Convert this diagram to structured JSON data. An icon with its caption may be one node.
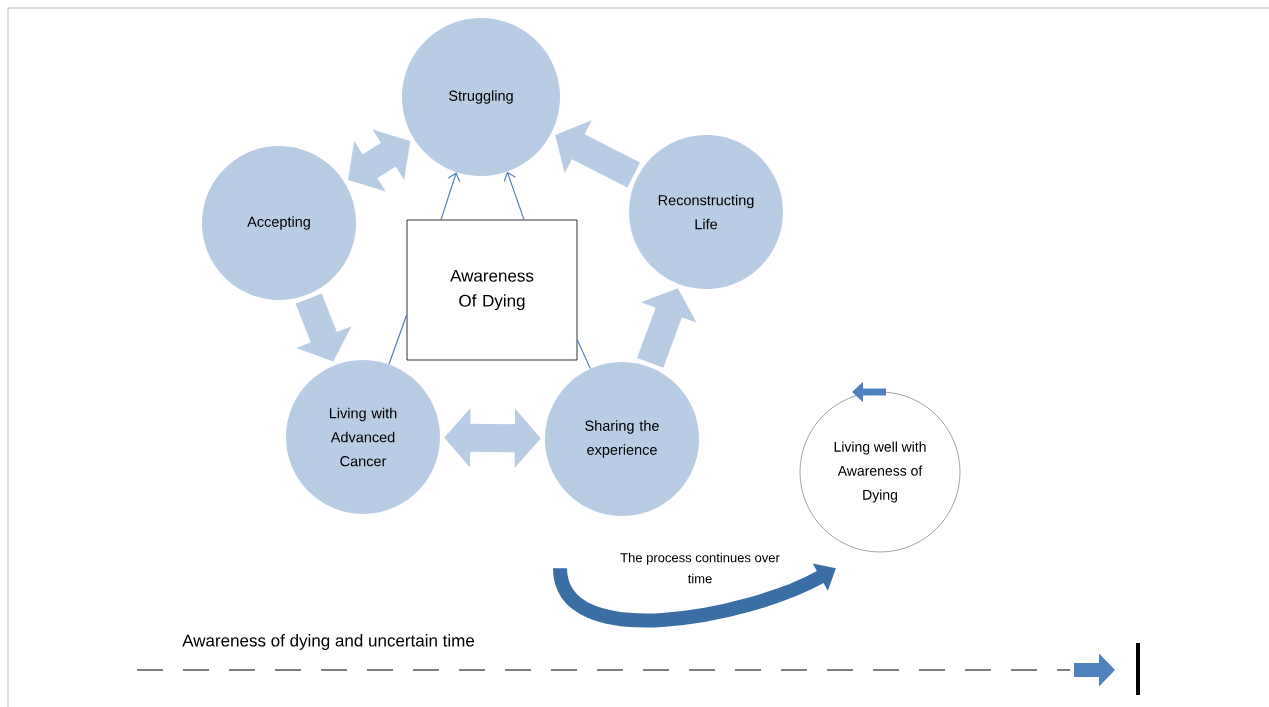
{
  "diagram": {
    "nodes": [
      {
        "text": [
          "Struggling"
        ]
      },
      {
        "text": [
          "Accepting"
        ]
      },
      {
        "text": [
          "Reconstructing Life"
        ]
      },
      {
        "text": [
          "Awareness Of Dying"
        ]
      },
      {
        "text": [
          "Living with Advanced Cancer"
        ]
      },
      {
        "text": [
          "Sharing the experience"
        ]
      },
      {
        "text": [
          "Living well with Awareness of Dying"
        ]
      }
    ],
    "edges": [
      {
        "from": 1,
        "to": 0,
        "arrow": "both",
        "style": "thick"
      },
      {
        "from": 2,
        "to": 0,
        "arrow": "to",
        "style": "thick"
      },
      {
        "from": 1,
        "to": 4,
        "arrow": "to",
        "style": "thick"
      },
      {
        "from": 4,
        "to": 5,
        "arrow": "both",
        "style": "thick"
      },
      {
        "from": 5,
        "to": 2,
        "arrow": "to",
        "style": "thick"
      },
      {
        "from": 3,
        "to": 0,
        "arrow": "to",
        "color": "#4f81bd"
      },
      {
        "from": 3,
        "to": 0,
        "arrow": "to",
        "color": "#4f81bd"
      },
      {
        "from": 3,
        "to": 4,
        "arrow": "none",
        "color": "#4f81bd"
      },
      {
        "from": 3,
        "to": 5,
        "arrow": "none",
        "color": "#4f81bd"
      },
      {
        "from": 5,
        "to": 6,
        "arrow": "to",
        "color": "#3a6ea5",
        "label": "The process continues over time"
      }
    ],
    "labels": [
      "Awareness of dying and uncertain time"
    ]
  }
}
